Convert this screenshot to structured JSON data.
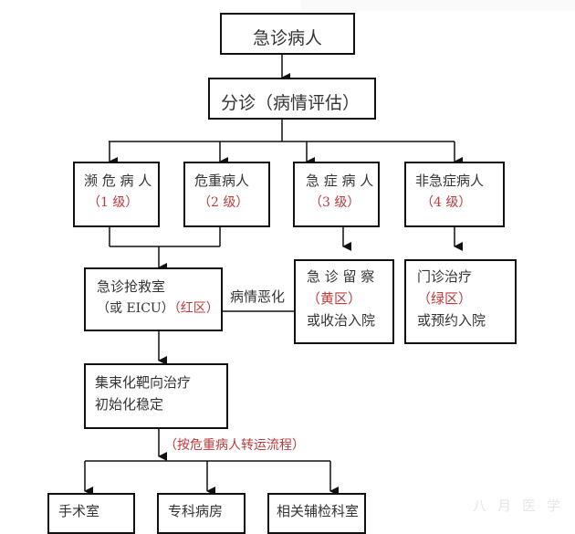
{
  "nodes": {
    "patient": "急诊病人",
    "triage": "分诊（病情评估）",
    "level1": {
      "title": "濒 危 病 人",
      "grade": "（1 级）"
    },
    "level2": {
      "title": "危重病人",
      "grade": "（2 级）"
    },
    "level3": {
      "title": "急 症 病 人",
      "grade": "（3 级）"
    },
    "level4": {
      "title": "非急症病人",
      "grade": "（4 级）"
    },
    "resus": {
      "line1": "急诊抢救室",
      "line2_black": "（或 EICU）",
      "line2_red": "（红区）"
    },
    "observe": {
      "line1": "急 诊 留 察",
      "line2": "（黄区）",
      "line3": "或收治入院"
    },
    "outpatient": {
      "line1": "门诊治疗",
      "line2": "（绿区）",
      "line3": "或预约入院"
    },
    "treatment": {
      "line1": "集束化靶向治疗",
      "line2": "初始化稳定"
    },
    "surgery": "手术室",
    "ward": "专科病房",
    "aux": "相关辅检科室"
  },
  "edge_labels": {
    "deteriorate": "病情恶化",
    "transfer": "（按危重病人转运流程）"
  },
  "watermark": "八月医学",
  "colors": {
    "accent_red": "#c0393b",
    "line": "#111111"
  }
}
